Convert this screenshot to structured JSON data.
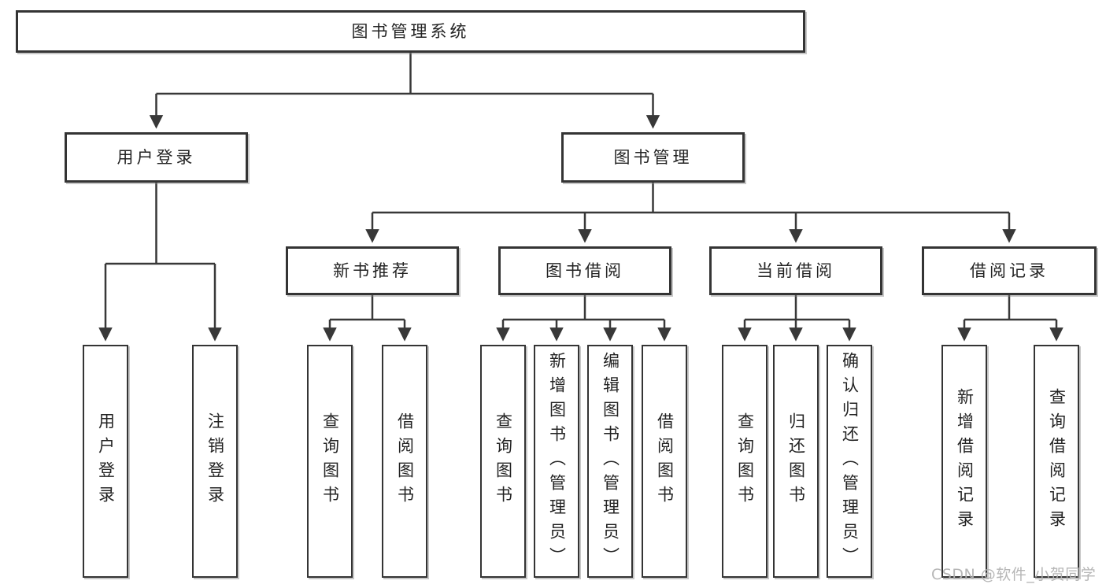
{
  "diagram": {
    "root": {
      "label": "图书管理系统"
    },
    "branches": [
      {
        "label": "用户登录",
        "children": [
          {
            "label": "用户登录"
          },
          {
            "label": "注销登录"
          }
        ]
      },
      {
        "label": "图书管理",
        "children": [
          {
            "label": "新书推荐",
            "children": [
              {
                "label": "查询图书"
              },
              {
                "label": "借阅图书"
              }
            ]
          },
          {
            "label": "图书借阅",
            "children": [
              {
                "label": "查询图书"
              },
              {
                "label": "新增图书（管理员）"
              },
              {
                "label": "编辑图书（管理员）"
              },
              {
                "label": "借阅图书"
              }
            ]
          },
          {
            "label": "当前借阅",
            "children": [
              {
                "label": "查询图书"
              },
              {
                "label": "归还图书"
              },
              {
                "label": "确认归还（管理员）"
              }
            ]
          },
          {
            "label": "借阅记录",
            "children": [
              {
                "label": "新增借阅记录"
              },
              {
                "label": "查询借阅记录"
              }
            ]
          }
        ]
      }
    ]
  },
  "watermark": {
    "text": "CSDN @软件_小贺同学"
  },
  "colors": {
    "line": "#383838",
    "box_border": "#343434",
    "text": "#232323",
    "watermark": "#b2b2b2",
    "background": "#ffffff"
  }
}
